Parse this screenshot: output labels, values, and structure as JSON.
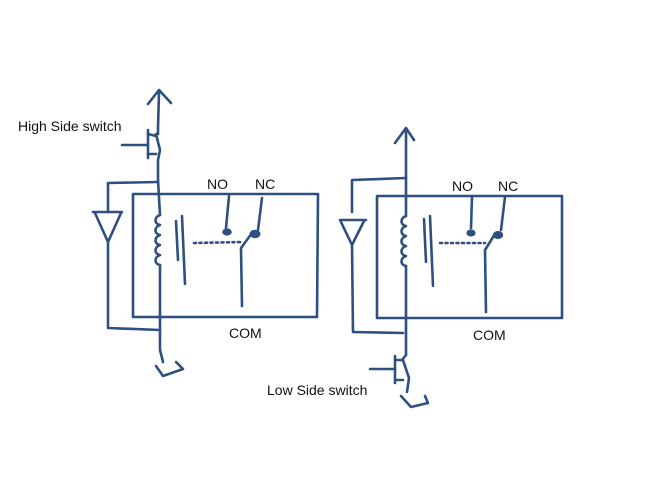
{
  "colors": {
    "ink": "#2e5080",
    "text": "#111111",
    "background": "#ffffff"
  },
  "labels": {
    "high_side_switch": "High Side switch",
    "low_side_switch": "Low Side switch"
  },
  "relays": [
    {
      "no": "NO",
      "nc": "NC",
      "com": "COM"
    },
    {
      "no": "NO",
      "nc": "NC",
      "com": "COM"
    }
  ]
}
